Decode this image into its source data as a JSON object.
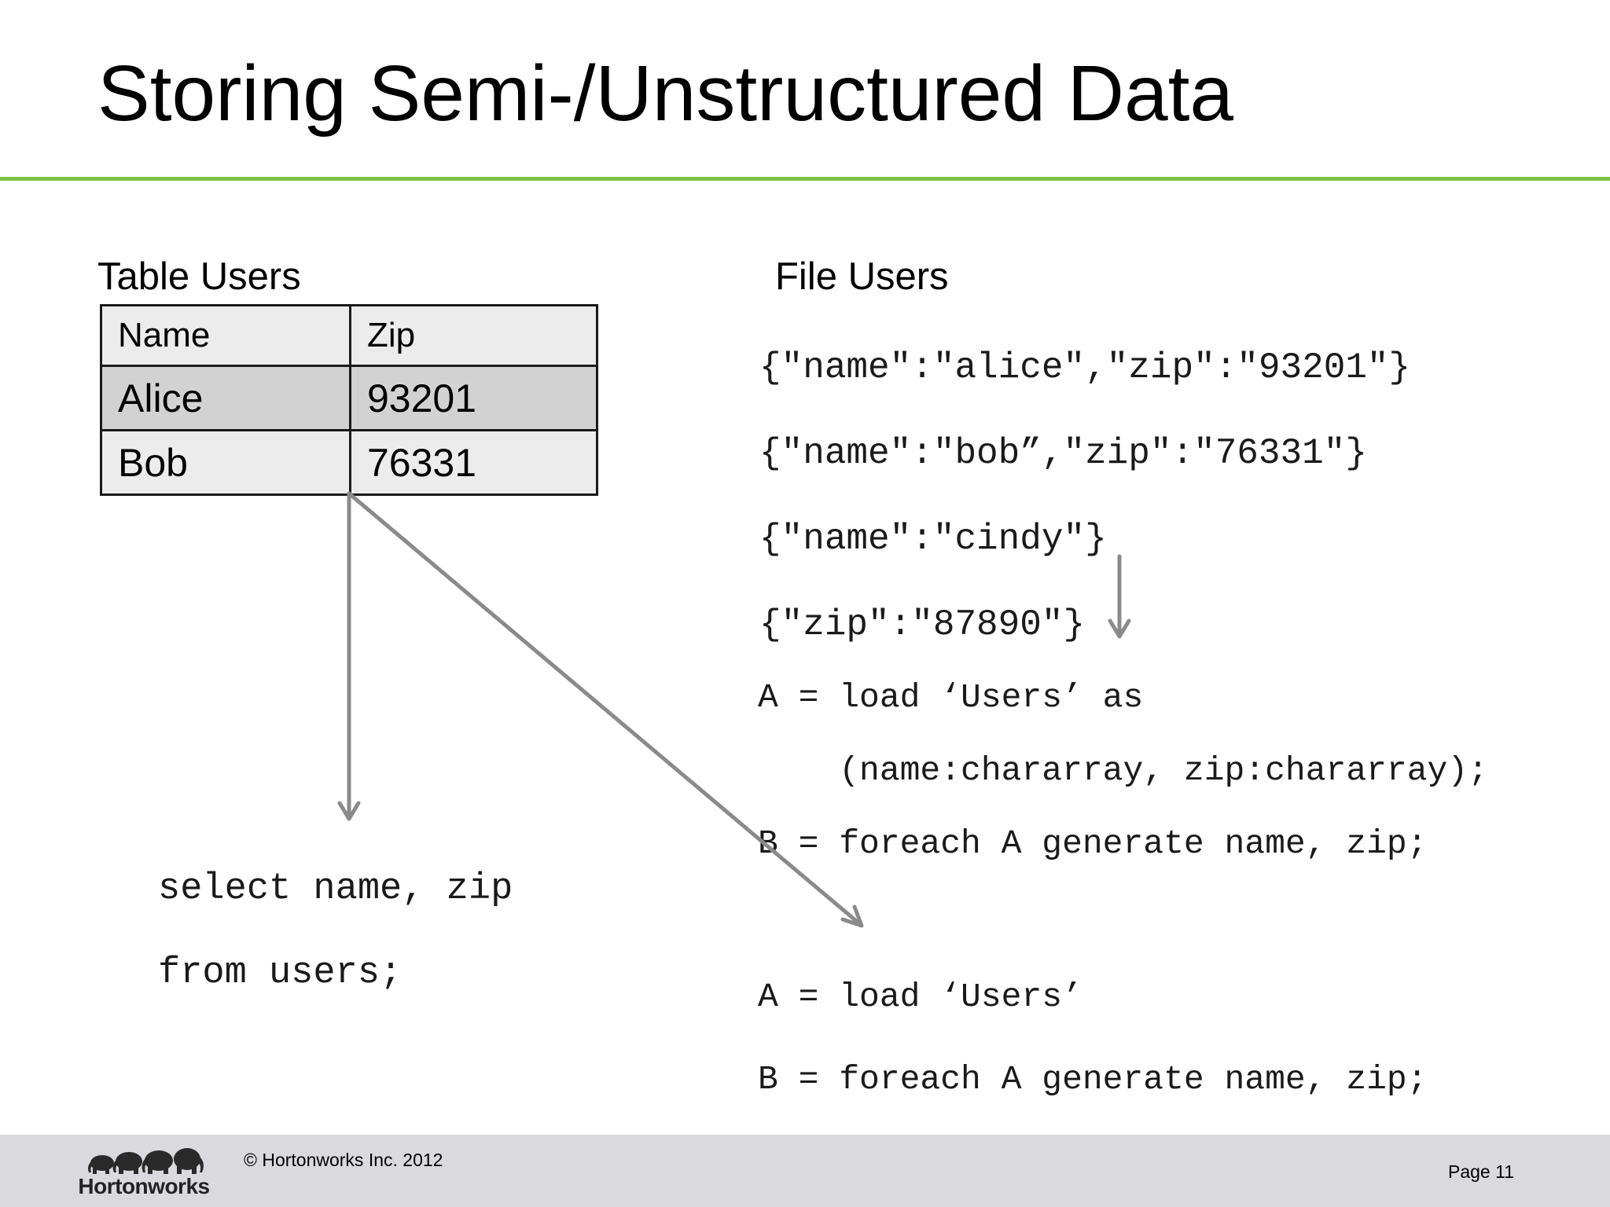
{
  "title": "Storing Semi-/Unstructured Data",
  "table_section": {
    "label": "Table Users",
    "headers": [
      "Name",
      "Zip"
    ],
    "rows": [
      [
        "Alice",
        "93201"
      ],
      [
        "Bob",
        "76331"
      ]
    ]
  },
  "file_section": {
    "label": "File Users",
    "lines": [
      "{\"name\":\"alice\",\"zip\":\"93201\"}",
      "{\"name\":\"bob”,\"zip\":\"76331\"}",
      "{\"name\":\"cindy\"}",
      "{\"zip\":\"87890\"}"
    ]
  },
  "pig_schema_code": {
    "lines": [
      "A = load ‘Users’ as",
      "    (name:chararray, zip:chararray);",
      "B = foreach A generate name, zip;"
    ]
  },
  "pig_schemaless_code": {
    "lines": [
      "A = load ‘Users’",
      "B = foreach A generate name, zip;"
    ]
  },
  "sql_code": {
    "lines": [
      "select name, zip",
      "from users;"
    ]
  },
  "footer": {
    "logo_text": "Hortonworks",
    "copyright": "© Hortonworks Inc. 2012",
    "page": "Page 11"
  },
  "colors": {
    "title_rule": "#7dc242",
    "arrow": "#8a8a8a",
    "footer_bg": "#d9d9de"
  }
}
